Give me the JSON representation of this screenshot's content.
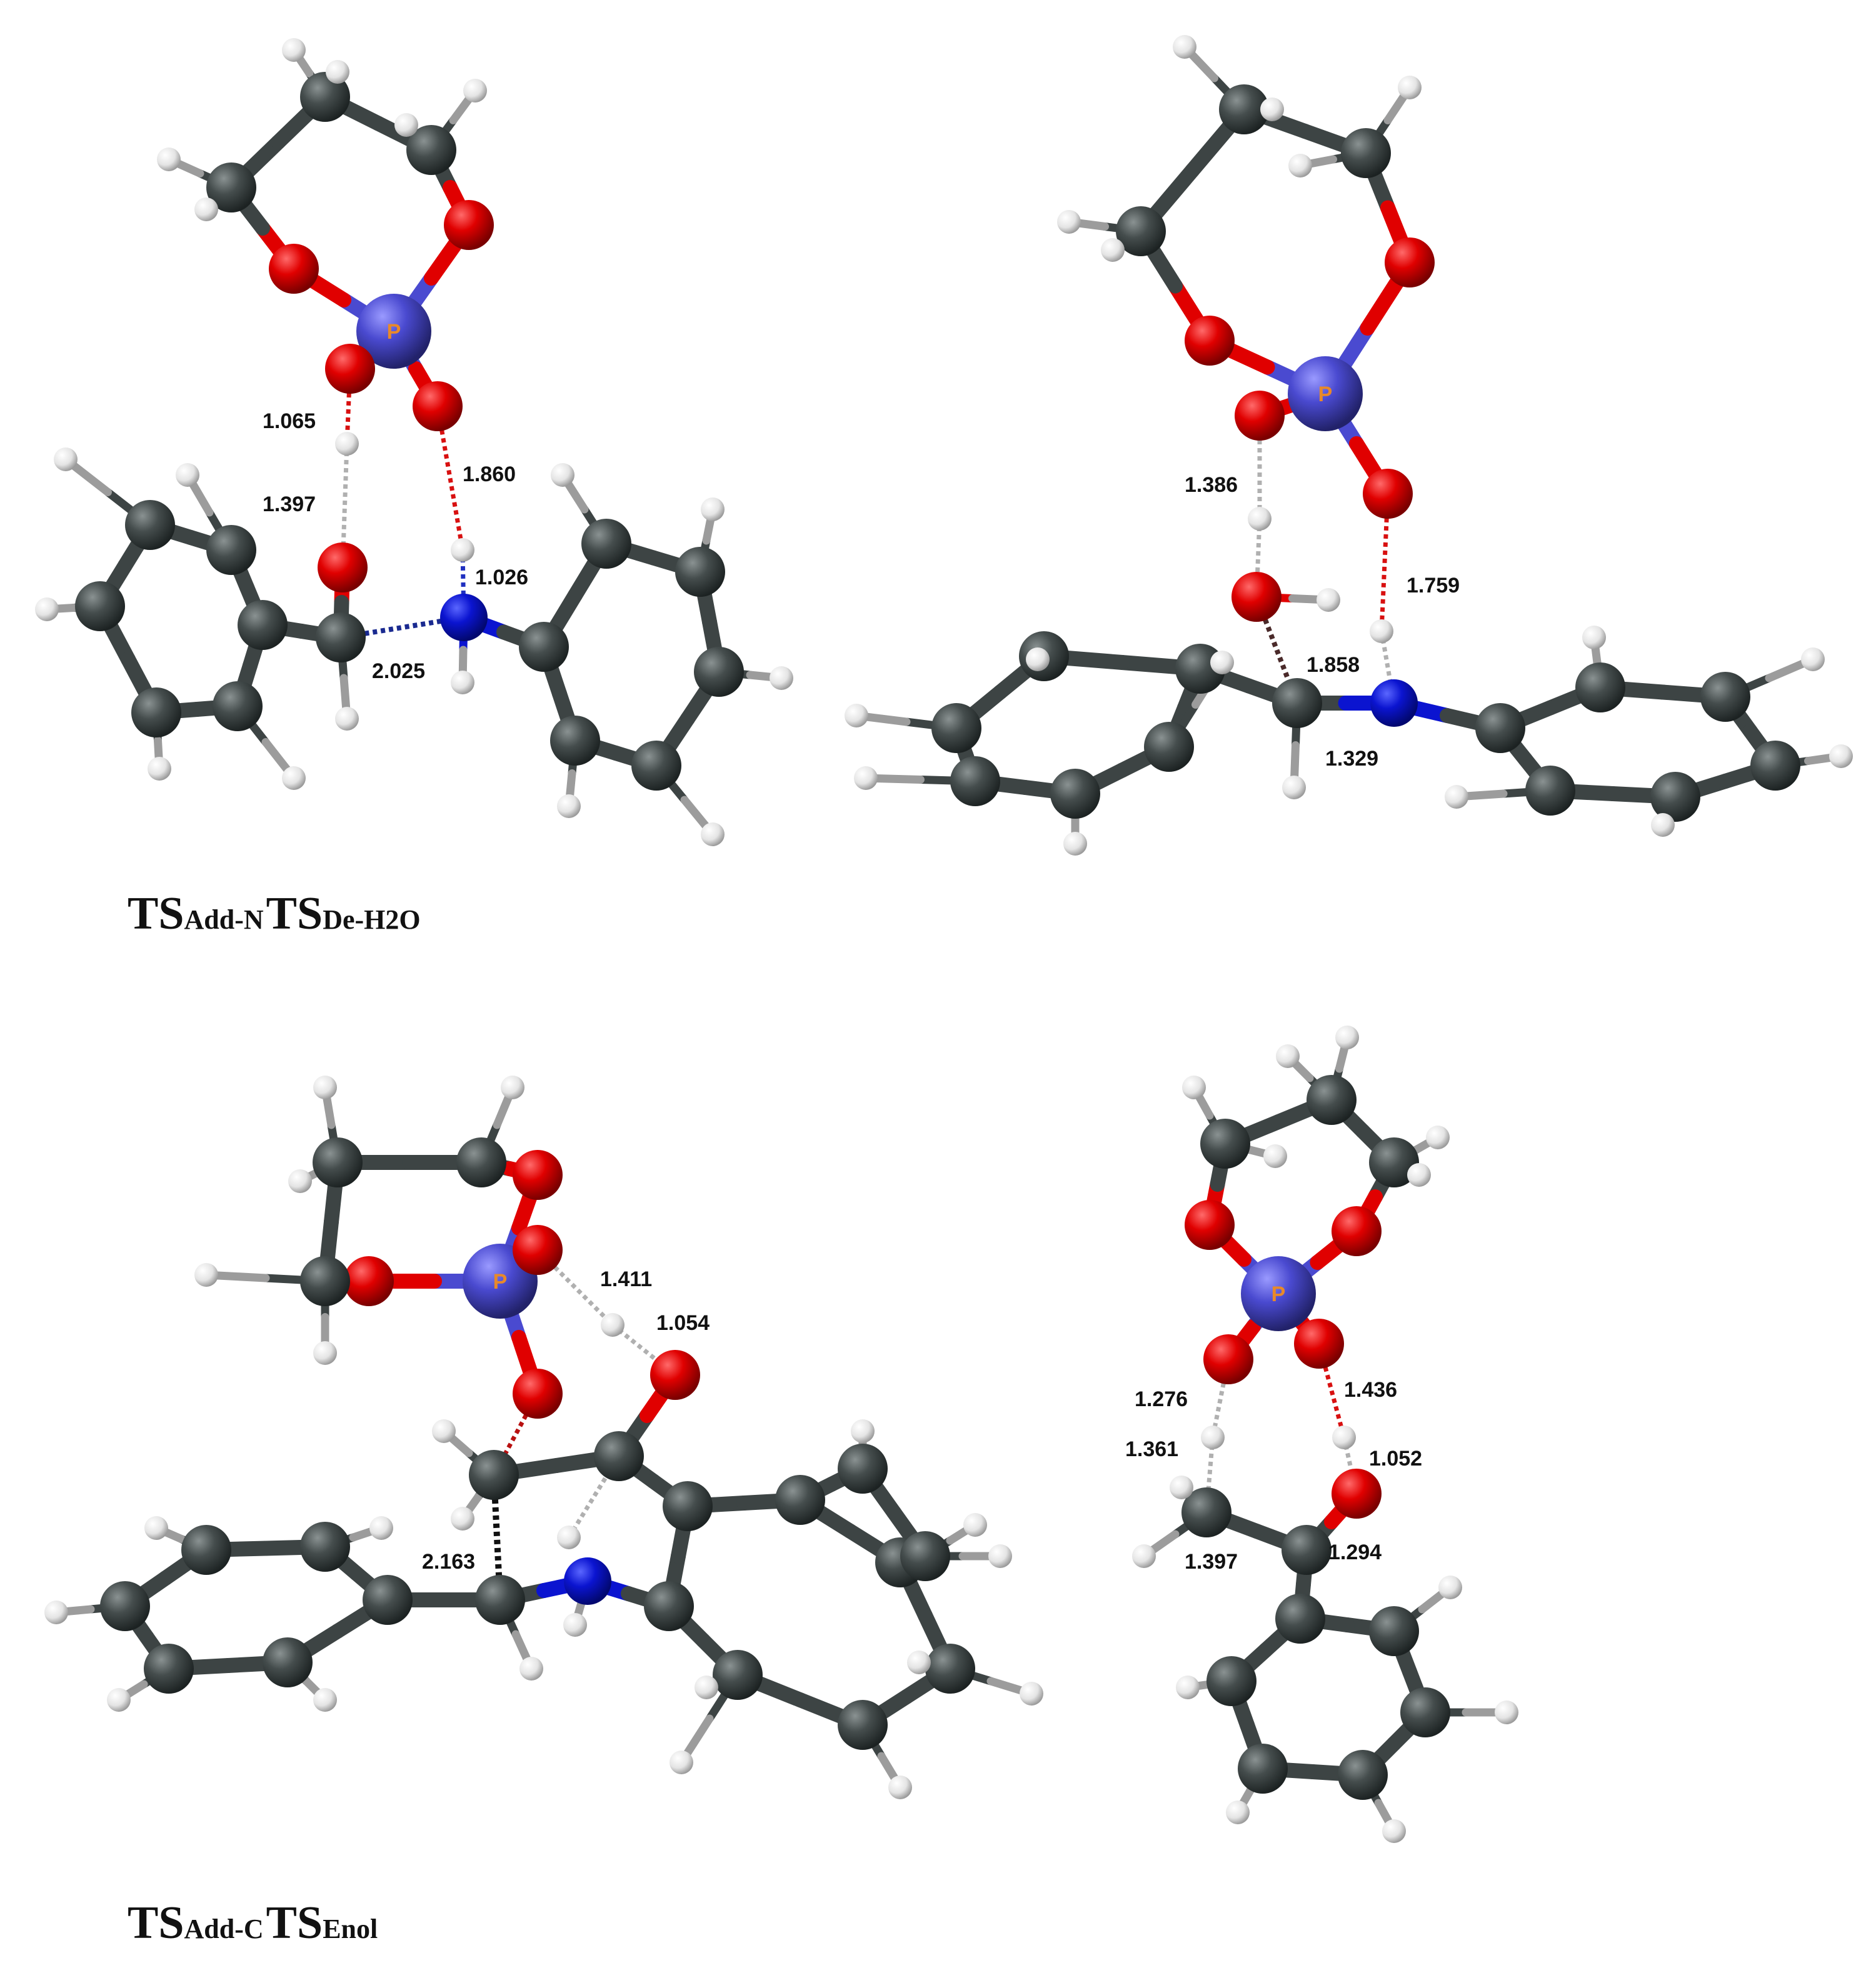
{
  "panels": [
    {
      "id": "tsaddn",
      "phosphorus_label": "P",
      "distances": [
        "1.065",
        "1.397",
        "1.860",
        "1.026",
        "2.025"
      ]
    },
    {
      "id": "tsdeh2o",
      "phosphorus_label": "P",
      "distances": [
        "1.386",
        "1.759",
        "1.858",
        "1.329"
      ]
    },
    {
      "id": "tsaddc",
      "phosphorus_label": "P",
      "distances": [
        "1.411",
        "1.054",
        "2.163"
      ]
    },
    {
      "id": "tsenol",
      "phosphorus_label": "P",
      "distances": [
        "1.276",
        "1.436",
        "1.361",
        "1.052",
        "1.397",
        "1.294"
      ]
    }
  ],
  "captions": {
    "top": [
      {
        "ts": "TS",
        "sub": "Add-N"
      },
      {
        "ts": "TS",
        "sub": "De-H2O"
      }
    ],
    "bottom": [
      {
        "ts": "TS",
        "sub": "Add-C"
      },
      {
        "ts": "TS",
        "sub": "Enol"
      }
    ]
  },
  "colors": {
    "carbon": "#3d4444",
    "hydrogen": "#e6e6e6",
    "oxygen": "#e00000",
    "nitrogen": "#0b14d0",
    "phosphorus": "#4a4ad0",
    "bond": "#3d4444"
  }
}
